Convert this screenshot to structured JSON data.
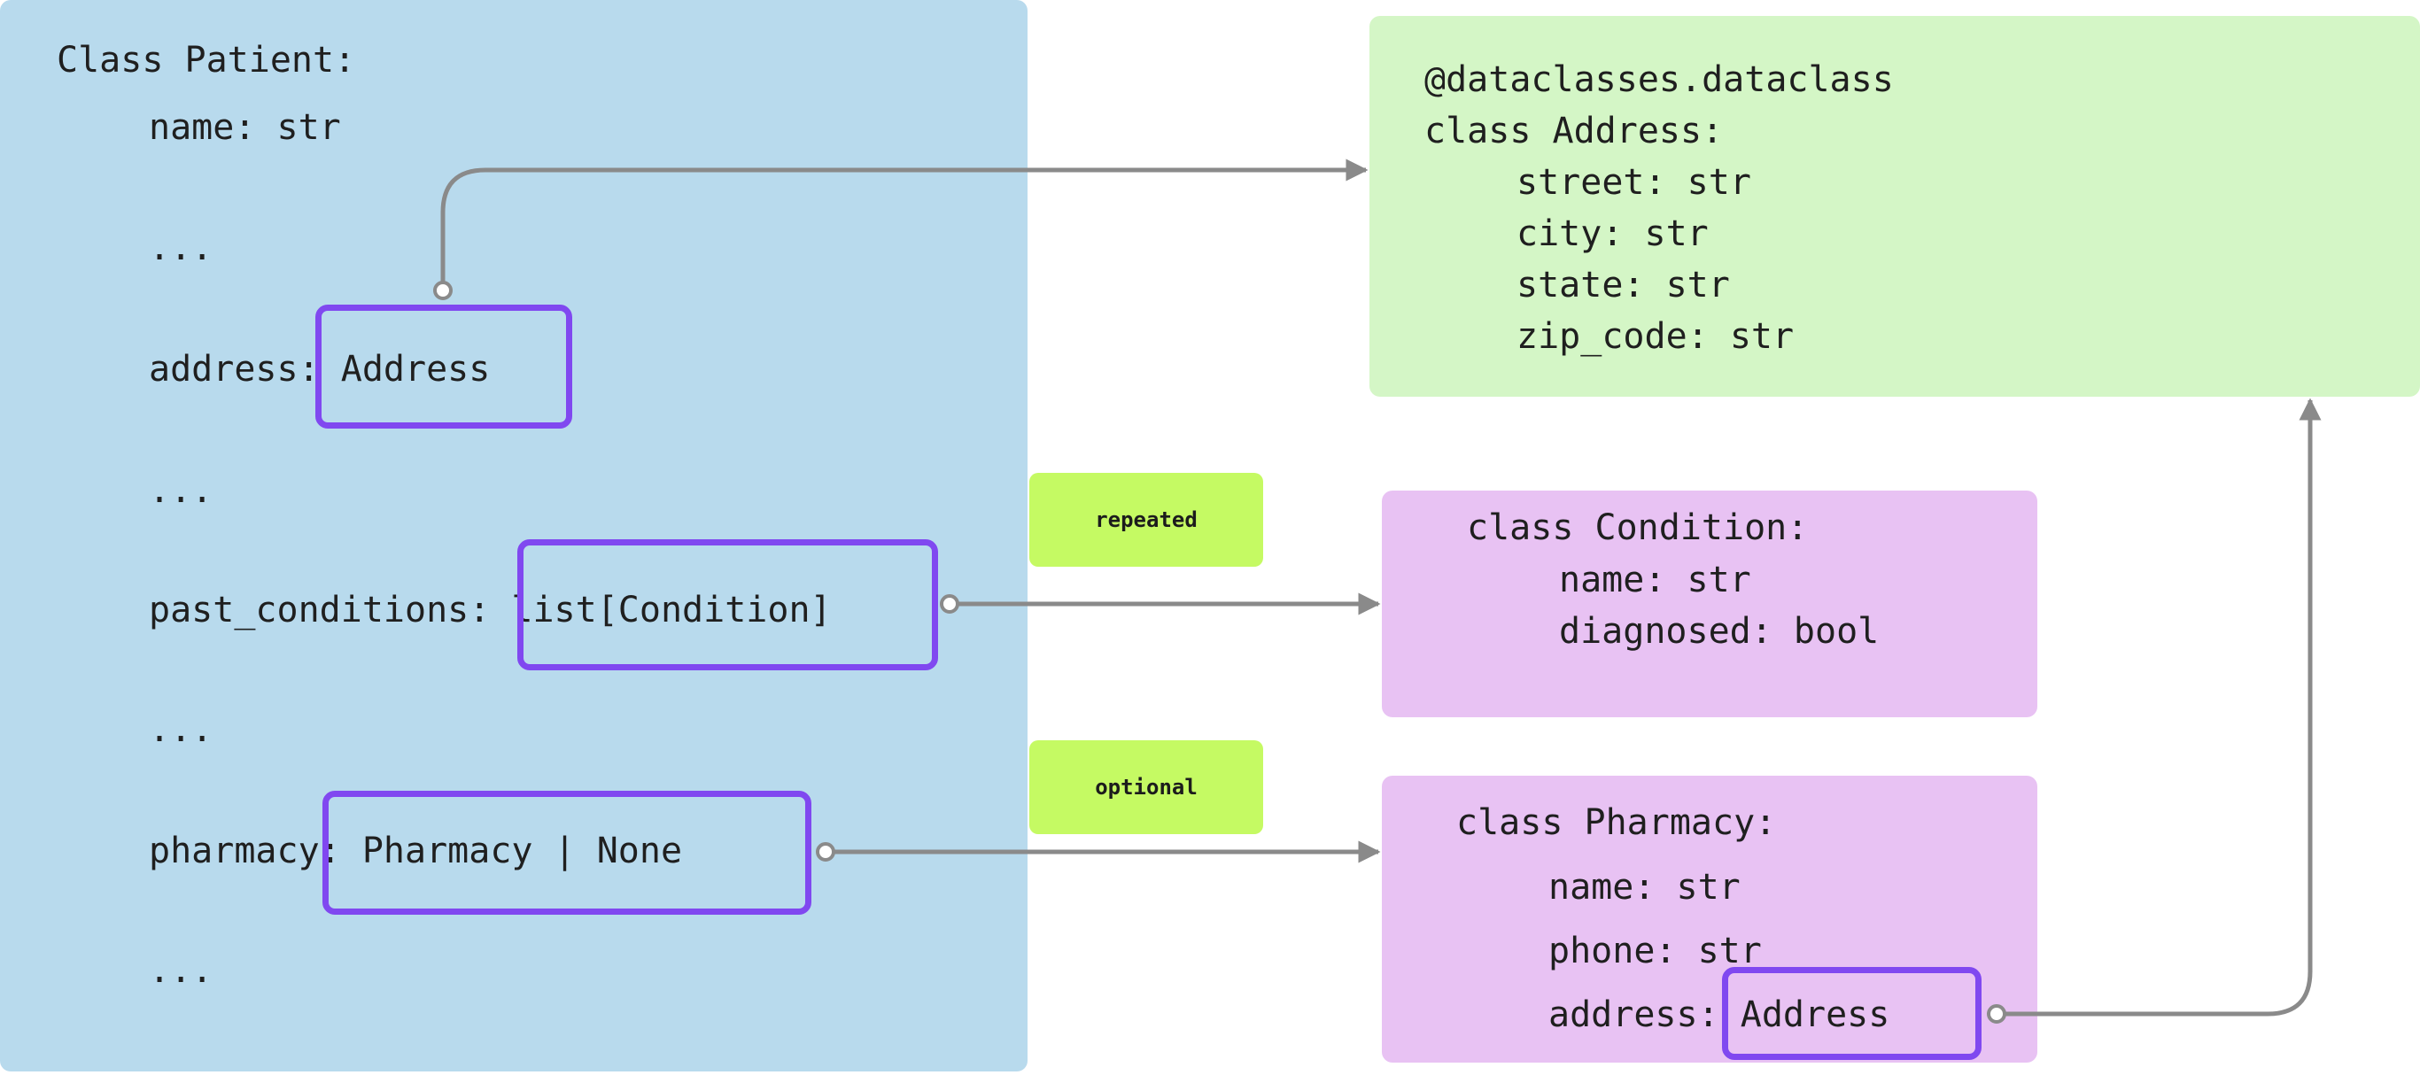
{
  "colors": {
    "patient_panel": "#b8daed",
    "address_panel": "#d4f6c6",
    "class_panel": "#e8c2f3",
    "highlight": "#8048f0",
    "tag": "#c5fa63",
    "connector": "#8a8a8a"
  },
  "patient": {
    "title": "Class Patient:",
    "name_line": "name: str",
    "ellipsis_1": "...",
    "address_line": "address: Address",
    "ellipsis_2": "...",
    "past_conditions_line": "past_conditions: list[Condition]",
    "ellipsis_3": "...",
    "pharmacy_line": "pharmacy: Pharmacy | None",
    "ellipsis_4": "..."
  },
  "address_class": {
    "decorator": "@dataclasses.dataclass",
    "header": "class Address:",
    "fields": [
      "street: str",
      "city: str",
      "state: str",
      "zip_code: str"
    ]
  },
  "condition_class": {
    "header": "class Condition:",
    "fields": [
      "name: str",
      "diagnosed: bool"
    ]
  },
  "pharmacy_class": {
    "header": "class Pharmacy:",
    "fields": [
      "name: str",
      "phone: str",
      "address: Address"
    ]
  },
  "tags": {
    "repeated": "repeated",
    "optional": "optional"
  }
}
